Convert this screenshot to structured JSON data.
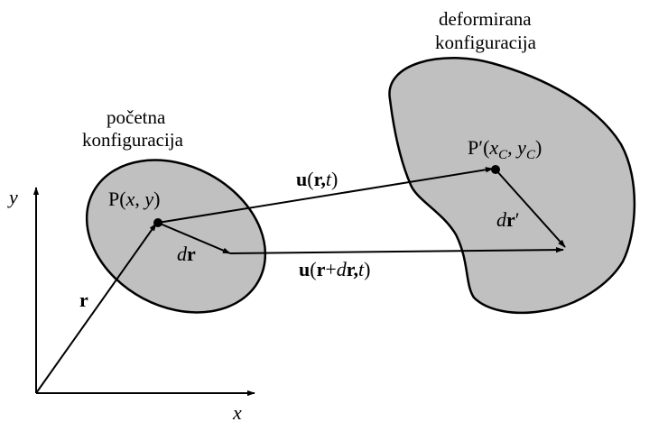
{
  "captions": {
    "initial_line1": "početna",
    "initial_line2": "konfiguracija",
    "deformed_line1": "deformirana",
    "deformed_line2": "konfiguracija"
  },
  "axes": {
    "x": "x",
    "y": "y"
  },
  "vectors": {
    "r": "r",
    "dr": "r",
    "dr_prefix": "d",
    "u_rt": {
      "u": "u",
      "open": "(",
      "r": "r",
      "comma": ",",
      "t": "t",
      "close": ")"
    },
    "u_rdrt": {
      "u": "u",
      "open": "(",
      "r": "r",
      "plus": "+",
      "d": "d",
      "r2": "r",
      "comma": ",",
      "t": "t",
      "close": ")"
    },
    "drprime": {
      "d": "d",
      "r": "r",
      "prime": "′"
    }
  },
  "points": {
    "P": {
      "name": "P",
      "open": "(",
      "x": "x",
      "comma": ", ",
      "y": "y",
      "close": ")"
    },
    "Pprime": {
      "name": "P",
      "prime": "′",
      "open": "(",
      "x": "x",
      "xsub": "C",
      "comma": ", ",
      "y": "y",
      "ysub": "C",
      "close": ")"
    }
  },
  "colors": {
    "body_fill": "#c0c0c0",
    "stroke": "#000000",
    "background": "#ffffff"
  }
}
